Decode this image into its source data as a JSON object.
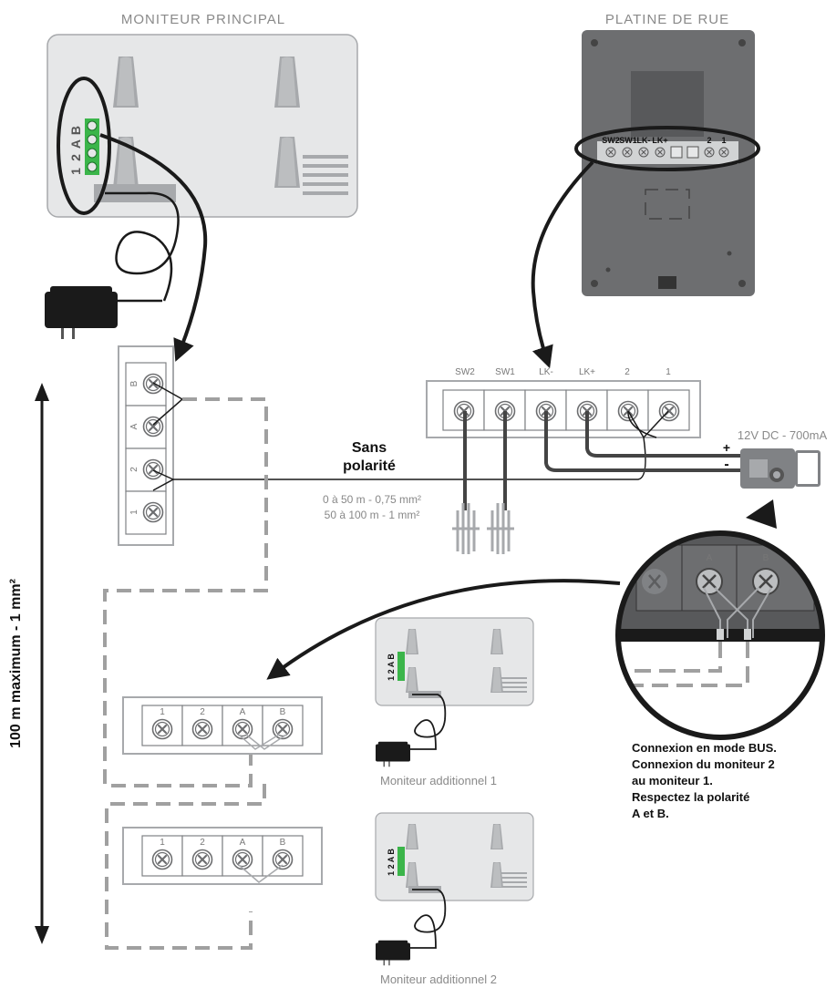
{
  "titles": {
    "main_monitor": "MONITEUR PRINCIPAL",
    "street_panel": "PLATINE DE RUE"
  },
  "main_monitor_terminals": [
    "B",
    "A",
    "2",
    "1"
  ],
  "street_panel_terminals_small": [
    "SW2",
    "SW1",
    "LK-",
    "LK+",
    "2",
    "1"
  ],
  "street_terminal_block": [
    "SW2",
    "SW1",
    "LK-",
    "LK+",
    "2",
    "1"
  ],
  "main_terminal_block": [
    "B",
    "A",
    "2",
    "1"
  ],
  "additional_terminal_block": [
    "1",
    "2",
    "A",
    "B"
  ],
  "zoom_terminals": [
    "2",
    "A",
    "B"
  ],
  "polarity": {
    "line1": "Sans",
    "line2": "polarité"
  },
  "wire_sections": {
    "line1": "0 à 50 m - 0,75 mm²",
    "line2": "50 à 100 m - 1 mm²"
  },
  "power_lock": {
    "label": "12V DC - 700mA",
    "plus": "+",
    "minus": "-"
  },
  "distance": "100 m maximum - 1 mm²",
  "monitor_small_terminals": "1 2 A B",
  "additional_monitors": {
    "m1": "Moniteur additionnel 1",
    "m2": "Moniteur additionnel 2"
  },
  "bus_note": [
    "Connexion en mode BUS.",
    "Connexion du moniteur 2",
    "au moniteur 1.",
    "Respectez la polarité",
    "A et B."
  ],
  "colors": {
    "panel_grey": "#e6e7e8",
    "panel_dark": "#9a9b9d",
    "street_panel": "#6d6e70",
    "green_terminal": "#3bb54a",
    "dashed_wire": "#a0a0a0"
  }
}
